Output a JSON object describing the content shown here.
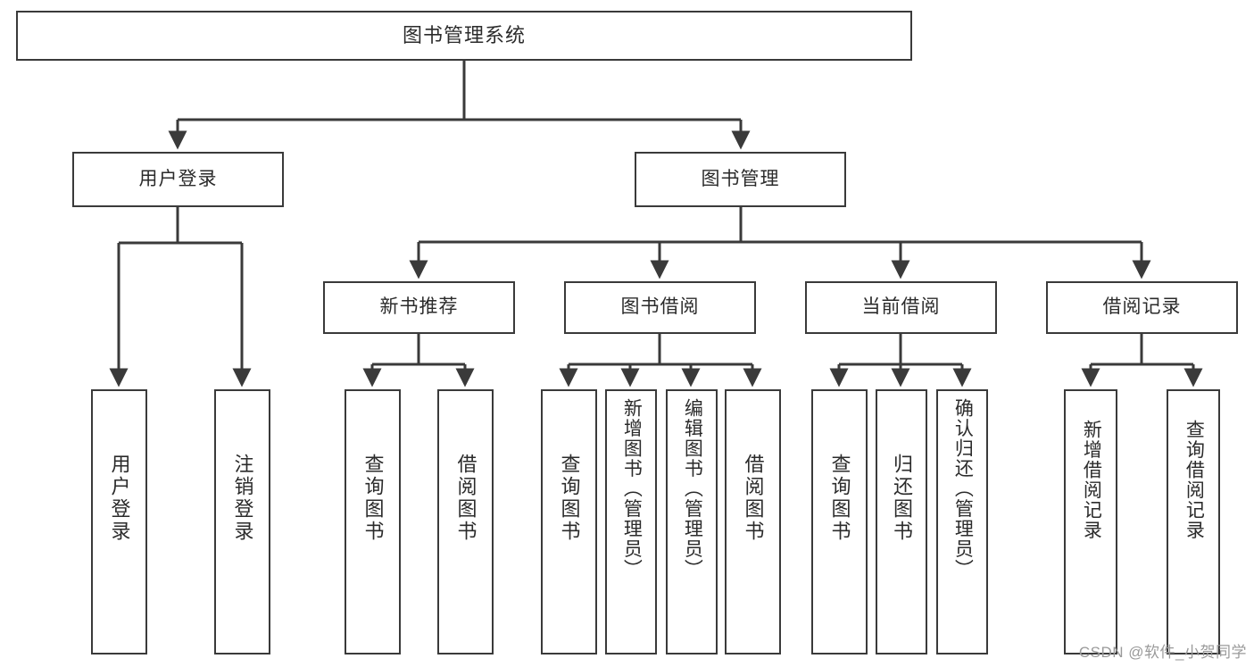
{
  "diagram": {
    "title": "图书管理系统",
    "type": "tree",
    "root": {
      "id": "root",
      "label": "图书管理系统"
    },
    "levels": [
      {
        "level": 2,
        "nodes": [
          {
            "id": "user-login",
            "label": "用户登录"
          },
          {
            "id": "book-management",
            "label": "图书管理"
          }
        ]
      },
      {
        "level": 3,
        "nodes": [
          {
            "id": "new-book-recommend",
            "label": "新书推荐",
            "parent": "book-management"
          },
          {
            "id": "book-borrow",
            "label": "图书借阅",
            "parent": "book-management"
          },
          {
            "id": "current-borrow",
            "label": "当前借阅",
            "parent": "book-management"
          },
          {
            "id": "borrow-record",
            "label": "借阅记录",
            "parent": "book-management"
          }
        ]
      },
      {
        "level": 4,
        "nodes": [
          {
            "id": "leaf-user-login",
            "label": "用户登录",
            "parent": "user-login"
          },
          {
            "id": "leaf-logout",
            "label": "注销登录",
            "parent": "user-login"
          },
          {
            "id": "leaf-query-book-1",
            "label": "查询图书",
            "parent": "new-book-recommend"
          },
          {
            "id": "leaf-borrow-book-1",
            "label": "借阅图书",
            "parent": "new-book-recommend"
          },
          {
            "id": "leaf-query-book-2",
            "label": "查询图书",
            "parent": "book-borrow"
          },
          {
            "id": "leaf-add-book",
            "label": "新增图书（管理员）",
            "parent": "book-borrow"
          },
          {
            "id": "leaf-edit-book",
            "label": "编辑图书（管理员）",
            "parent": "book-borrow"
          },
          {
            "id": "leaf-borrow-book-2",
            "label": "借阅图书",
            "parent": "book-borrow"
          },
          {
            "id": "leaf-query-book-3",
            "label": "查询图书",
            "parent": "current-borrow"
          },
          {
            "id": "leaf-return-book",
            "label": "归还图书",
            "parent": "current-borrow"
          },
          {
            "id": "leaf-confirm-return",
            "label": "确认归还（管理员）",
            "parent": "current-borrow"
          },
          {
            "id": "leaf-add-record",
            "label": "新增借阅记录",
            "parent": "borrow-record"
          },
          {
            "id": "leaf-query-record",
            "label": "查询借阅记录",
            "parent": "borrow-record"
          }
        ]
      }
    ],
    "colors": {
      "stroke": "#3a3a3a",
      "fill": "#ffffff",
      "text": "#2b2b2b",
      "watermark": "#9a9a9a"
    }
  },
  "watermark": {
    "text": "CSDN @软件_小贺同学"
  }
}
